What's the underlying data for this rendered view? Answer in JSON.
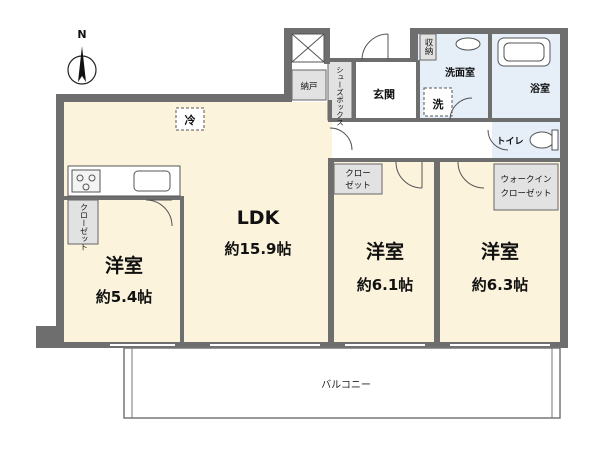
{
  "compass": {
    "north_label": "N"
  },
  "rooms": {
    "ldk": {
      "name": "LDK",
      "area": "約15.9帖"
    },
    "western_1": {
      "name": "洋室",
      "area": "約5.4帖"
    },
    "western_2": {
      "name": "洋室",
      "area": "約6.1帖"
    },
    "western_3": {
      "name": "洋室",
      "area": "約6.3帖"
    },
    "entrance": {
      "name": "玄関"
    },
    "storage_nando": {
      "name": "納戸"
    },
    "shoe_box": {
      "name": "シューズボックス"
    },
    "washroom": {
      "name": "洗面室"
    },
    "washer": {
      "name": "洗"
    },
    "bathroom": {
      "name": "浴室"
    },
    "toilet": {
      "name": "トイレ"
    },
    "storage_small": {
      "name": "収納"
    },
    "fridge": {
      "name": "冷"
    },
    "closet_left": {
      "name": "クローゼット"
    },
    "closet_mid": {
      "line1": "クロー",
      "line2": "ゼット"
    },
    "walk_in": {
      "line1": "ウォークイン",
      "line2": "クローゼット"
    },
    "balcony": {
      "name": "バルコニー"
    }
  },
  "colors": {
    "wall": "#6e6e6e",
    "floor_wood": "#fbf3dc",
    "floor_wet": "#e6eff8",
    "floor_entry": "#ffffff",
    "storage_fill": "#e2e2e2"
  }
}
